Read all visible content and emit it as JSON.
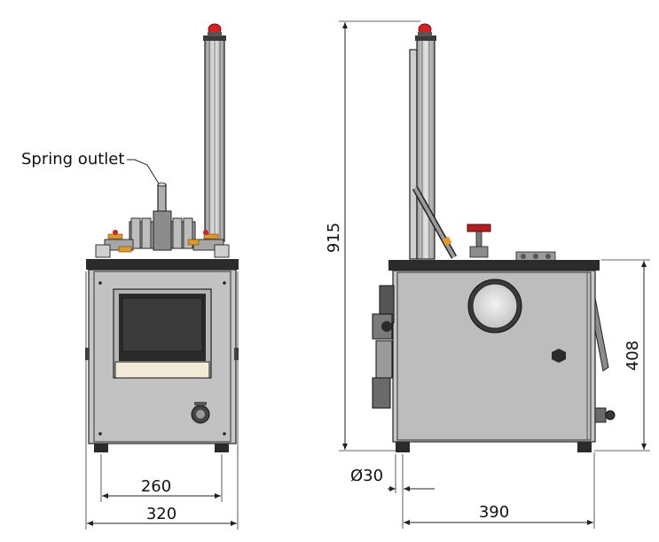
{
  "annotations": {
    "spring_outlet": "Spring outlet"
  },
  "dimensions": {
    "front_inner_width": "260",
    "front_overall_width": "320",
    "side_total_height": "915",
    "side_cabinet_height": "408",
    "side_outlet_diameter": "Ø30",
    "side_depth": "390"
  },
  "colors": {
    "cabinet_gray": "#c7c7c7",
    "panel_gray": "#bdbdbd",
    "top_plate": "#2b2b2b",
    "screen_dark": "#2a2a2a",
    "lamp_red": "#d32020",
    "handle_orange": "#e09a2a",
    "porthole_glass": "#dadada"
  }
}
